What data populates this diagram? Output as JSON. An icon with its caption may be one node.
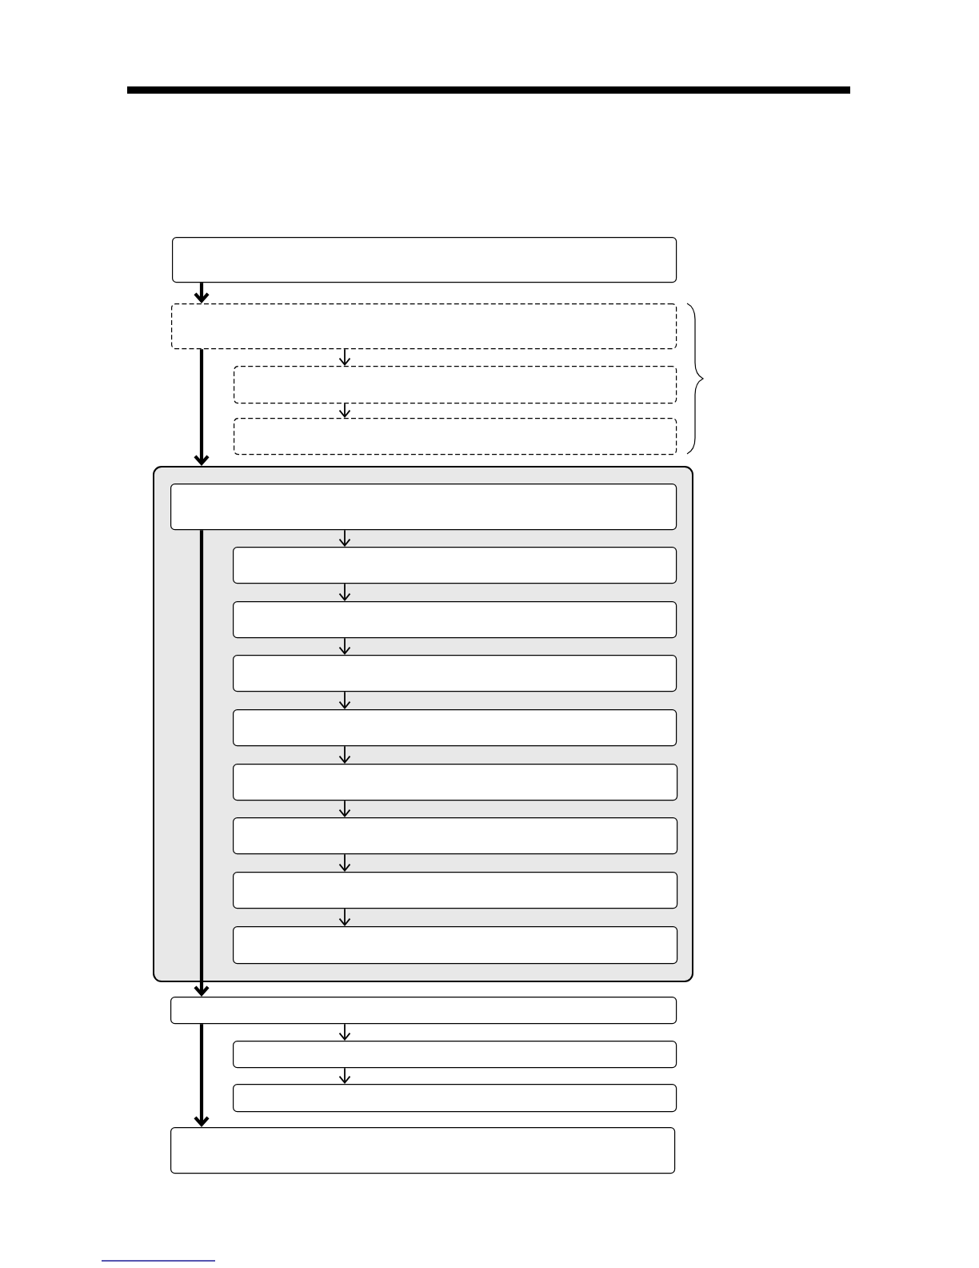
{
  "diagram": {
    "nodes": [
      {
        "text": [],
        "shape": "box"
      },
      {
        "text": [],
        "shape": "box"
      },
      {
        "text": [],
        "shape": "box"
      },
      {
        "text": [],
        "shape": "box"
      },
      {
        "text": [],
        "shape": "box"
      },
      {
        "text": [],
        "shape": "box",
        "in": 4
      },
      {
        "text": [],
        "shape": "box",
        "in": 4
      },
      {
        "text": [],
        "shape": "box",
        "in": 4
      },
      {
        "text": [],
        "shape": "box",
        "in": 4
      },
      {
        "text": [],
        "shape": "box",
        "in": 4
      },
      {
        "text": [],
        "shape": "box",
        "in": 4
      },
      {
        "text": [],
        "shape": "box",
        "in": 4
      },
      {
        "text": [],
        "shape": "box",
        "in": 4
      },
      {
        "text": [],
        "shape": "box",
        "in": 4
      },
      {
        "text": [],
        "shape": "box"
      },
      {
        "text": [],
        "shape": "box"
      },
      {
        "text": [],
        "shape": "box"
      },
      {
        "text": [],
        "shape": "box"
      }
    ],
    "edges": [
      {
        "from": 0,
        "to": 1,
        "arrow": "to",
        "style": "thick"
      },
      {
        "from": 1,
        "to": 2,
        "arrow": "to"
      },
      {
        "from": 2,
        "to": 3,
        "arrow": "to"
      },
      {
        "from": 1,
        "to": 4,
        "arrow": "to",
        "style": "thick"
      },
      {
        "from": 5,
        "to": 6,
        "arrow": "to"
      },
      {
        "from": 6,
        "to": 7,
        "arrow": "to"
      },
      {
        "from": 7,
        "to": 8,
        "arrow": "to"
      },
      {
        "from": 8,
        "to": 9,
        "arrow": "to"
      },
      {
        "from": 9,
        "to": 10,
        "arrow": "to"
      },
      {
        "from": 10,
        "to": 11,
        "arrow": "to"
      },
      {
        "from": 11,
        "to": 12,
        "arrow": "to"
      },
      {
        "from": 12,
        "to": 13,
        "arrow": "to"
      },
      {
        "from": 5,
        "to": 14,
        "arrow": "to",
        "style": "thick"
      },
      {
        "from": 14,
        "to": 15,
        "arrow": "to"
      },
      {
        "from": 15,
        "to": 16,
        "arrow": "to"
      },
      {
        "from": 14,
        "to": 17,
        "arrow": "to",
        "style": "thick"
      }
    ]
  }
}
